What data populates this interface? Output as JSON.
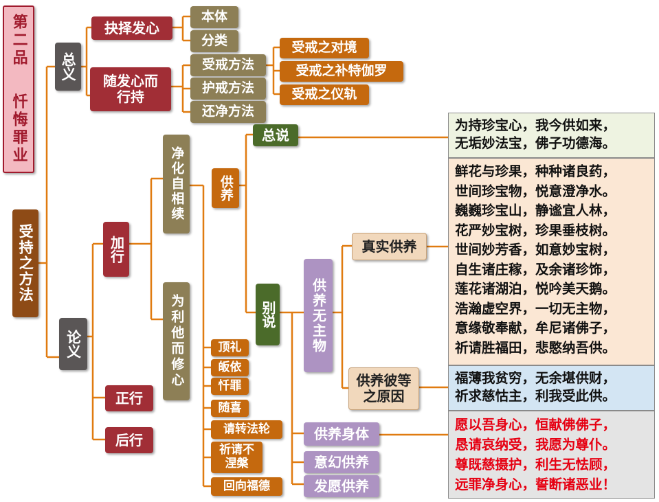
{
  "chapter_title": [
    "第二品",
    "忏悔罪业"
  ],
  "root": "受持之方法",
  "zongyi": {
    "label": "总义",
    "jueze": "抉择发心",
    "jueze_children": [
      "本体",
      "分类"
    ],
    "suifa": "随发心而行持",
    "suifa_children": [
      "受戒方法",
      "护戒方法",
      "还净方法"
    ],
    "shoujie_children": [
      "受戒之对境",
      "受戒之补特伽罗",
      "受戒之仪轨"
    ]
  },
  "lunyi": {
    "label": "论义",
    "jiaxing": "加行",
    "zhengxing": "正行",
    "houxing": "后行",
    "jinghua": "净化自相续",
    "weili": "为利他而修心",
    "gongyang": "供养",
    "zongshuo": "总说",
    "bieshuo": "别说",
    "wuzhu": "供养无主物",
    "zhenshi": "真实供养",
    "yuanyin": "供养彼等之原因",
    "shenti": "供养身体",
    "yihuan": "意幻供养",
    "fayuan": "发愿供养",
    "list": [
      "顶礼",
      "皈依",
      "忏罪",
      "随喜",
      "请转法轮",
      "祈请不涅槃",
      "回向福德"
    ]
  },
  "verses": {
    "zongshuo": [
      "为持珍宝心，我今供如来，",
      "无垢妙法宝，佛子功德海。"
    ],
    "zhenshi": [
      "鲜花与珍果，种种诸良药，",
      "世间珍宝物，悦意澄净水。",
      "巍巍珍宝山，静谧宜人林，",
      "花严妙宝树，珍果垂枝树。",
      "世间妙芳香，如意妙宝树，",
      "自生诸庄稼，及余诸珍饰，",
      "莲花诸湖泊，悦吟美天鹅。",
      "浩瀚虚空界，一切无主物，",
      "意缘敬奉献，牟尼诸佛子，",
      "祈请胜福田，悲愍纳吾供。"
    ],
    "yuanyin": [
      "福薄我贫穷，无余堪供财，",
      "祈求慈怙主，利我受此供。"
    ],
    "shenti": [
      "愿以吾身心，恒献佛佛子，",
      "恳请哀纳受，我愿为尊仆。",
      "尊既慈摄护，利生无怯顾，",
      "远罪净身心，誓断诸恶业！"
    ]
  },
  "colors": {
    "line": "#e07b10",
    "verse_zongshuo_bg": "#eef3e1",
    "verse_zhenshi_bg": "#fbe7d4",
    "verse_yuanyin_bg": "#d3e5f3",
    "verse_shenti_bg": "#e4e4e4",
    "verse_shenti_text": "#e60012"
  }
}
